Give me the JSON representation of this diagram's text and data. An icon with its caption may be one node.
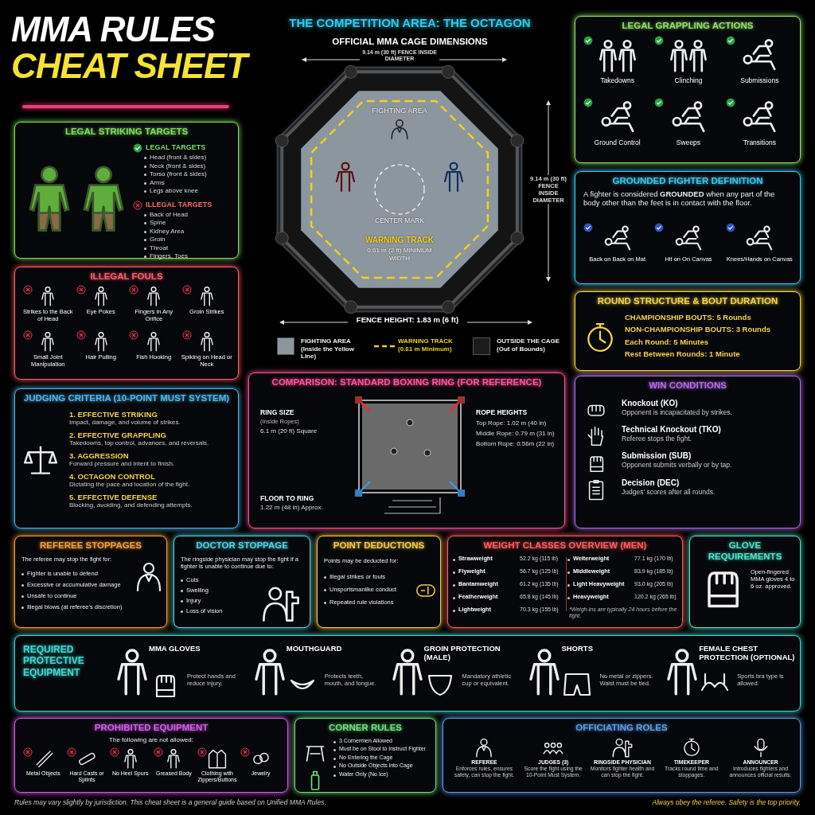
{
  "diagram": {
    "title": "MMA RULES CHEAT SHEET",
    "nodes": [
      {
        "text": [
          "LEGAL STRIKING TARGETS",
          "LEGAL TARGETS",
          "Head (front & sides)",
          "Neck (front & sides)",
          "Torso (front & sides)",
          "Arms",
          "Legs above knee",
          "ILLEGAL TARGETS",
          "Back of Head",
          "Spine",
          "Kidney Area",
          "Groin",
          "Throat",
          "Fingers, Toes"
        ]
      },
      {
        "text": [
          "ILLEGAL FOULS",
          "Strikes to the Back of Head",
          "Eye Pokes",
          "Fingers in Any Orifice",
          "Groin Strikes",
          "Small Joint Manipulation",
          "Hair Pulling",
          "Fish Hooking",
          "Spiking on Head or Neck"
        ]
      },
      {
        "text": [
          "FIGHTING AREA",
          "CENTER MARK",
          "WARNING TRACK",
          "0.61 m (2 ft) MINIMUM WIDTH"
        ]
      },
      {
        "text": [
          "LEGAL GRAPPLING ACTIONS",
          "Takedowns",
          "Clinching",
          "Submissions",
          "Ground Control",
          "Sweeps",
          "Transitions"
        ]
      },
      {
        "text": [
          "GROUNDED FIGHTER DEFINITION",
          "A fighter is considered **GROUNDED** when any part of the body other than the feet is in contact with the floor.",
          "Back on Back on Mat",
          "Hit on On Canvas",
          "Knees/Hands on Canvas"
        ]
      },
      {
        "text": [
          "ROUND STRUCTURE & BOUT DURATION",
          "CHAMPIONSHIP BOUTS: 5 Rounds",
          "NON-CHAMPIONSHIP BOUTS: 3 Rounds",
          "Each Round: 5 Minutes",
          "Rest Between Rounds: 1 Minute"
        ]
      },
      {
        "text": [
          "JUDGING CRITERIA (10-POINT MUST SYSTEM)",
          "1. EFFECTIVE STRIKING",
          "Impact, damage, and volume of strikes.",
          "2. EFFECTIVE GRAPPLING",
          "Takedowns, top control, advances, and reversals.",
          "3. AGGRESSION",
          "Forward pressure and intent to finish.",
          "4. OCTAGON CONTROL",
          "Dictating the pace and location of the fight.",
          "5. EFFECTIVE DEFENSE",
          "Blocking, avoiding, and defending attempts."
        ]
      },
      {
        "text": [
          "COMPARISON: STANDARD BOXING RING (FOR REFERENCE)",
          "RING SIZE",
          "(Inside Ropes)",
          "6.1 m (20 ft) Square",
          "ROPE HEIGHTS",
          "Top Rope: 1.02 m (40 in)",
          "Middle Rope: 0.79 m (31 in)",
          "Bottom Rope: 0.56m (22 in)",
          "FLOOR TO RING",
          "1.22 m (48 in) Approx."
        ]
      },
      {
        "text": [
          "WIN CONDITIONS",
          "Knockout (KO)",
          "Opponent is incapacitated by strikes.",
          "Technical Knockout (TKO)",
          "Referee stops the fight.",
          "Submission (SUB)",
          "Opponent submits verbally or by tap.",
          "Decision (DEC)",
          "Judges' scores after all rounds."
        ]
      },
      {
        "text": [
          "REFEREE STOPPAGES",
          "The referee may stop the fight for:",
          "Fighter is unable to defend",
          "Excessive or accumulative damage",
          "Unsafe to continue",
          "Illegal blows (at referee's discretion)"
        ]
      },
      {
        "text": [
          "DOCTOR STOPPAGE",
          "The ringside physician may stop the fight if a fighter is unable to continue due to:",
          "Cuts",
          "Swelling",
          "Injury",
          "Loss of vision"
        ]
      },
      {
        "text": [
          "POINT DEDUCTIONS",
          "Points may be deducted for:",
          "Illegal strikes or fouls",
          "Unsportsmanlike conduct",
          "Repeated rule violations"
        ]
      },
      {
        "text": [
          "WEIGHT CLASSES OVERVIEW (MEN)",
          "Strawweight",
          "52.2 kg (115 lb)",
          "Flyweight",
          "56.7 kg (125 lb)",
          "Bantamweight",
          "61.2 kg (135 lb)",
          "Featherweight",
          "65.8 kg (145 lb)",
          "Lightweight",
          "70.3 kg (155 lb)",
          "Welterweight",
          "77.1 kg (170 lb)",
          "Middleweight",
          "83.9 kg (185 lb)",
          "Light Heavyweight",
          "93.0 kg (205 lb)",
          "Heavyweight",
          "120.2 kg (265 lb)",
          "*Weigh-ins are typically 24 hours before the fight."
        ]
      },
      {
        "text": [
          "GLOVE REQUIREMENTS",
          "Open-fingered MMA gloves 4 to 6 oz. approved."
        ]
      },
      {
        "text": [
          "REQUIRED PROTECTIVE EQUIPMENT",
          "MMA GLOVES",
          "Protect hands and reduce injury.",
          "MOUTHGUARD",
          "Protects teeth, mouth, and tongue.",
          "GROIN PROTECTION (MALE)",
          "Mandatory athletic cup or equivalent.",
          "SHORTS",
          "No metal or zippers. Waist must be tied.",
          "FEMALE CHEST PROTECTION (OPTIONAL)",
          "Sports bra type is allowed."
        ]
      },
      {
        "text": [
          "PROHIBITED EQUIPMENT",
          "The following are not allowed:",
          "Metal Objects",
          "Hard Casts or Splints",
          "No Heel Spurs",
          "Greased Body",
          "Clothing with Zippers/Buttons",
          "Jewelry"
        ]
      },
      {
        "text": [
          "CORNER RULES",
          "3 Cornermen Allowed",
          "Must be on Stool to Instruct Fighter",
          "No Entering the Cage",
          "No Outside Objects into Cage",
          "Water Only (No Ice)"
        ]
      },
      {
        "text": [
          "OFFICIATING ROLES",
          "REFEREE",
          "Enforces rules, ensures safety, can stop the fight.",
          "JUDGES (3)",
          "Score the fight using the 10-Point Must System.",
          "RINGSIDE PHYSICIAN",
          "Monitors fighter health and can stop the fight.",
          "TIMEKEEPER",
          "Tracks round time and stoppages.",
          "ANNOUNCER",
          "Introduces fighters and announces official results."
        ]
      }
    ],
    "labels": [
      "THE COMPETITION AREA: THE OCTAGON",
      "OFFICIAL MMA CAGE DIMENSIONS",
      "9.14 m (30 ft) FENCE INSIDE DIAMETER",
      "9.14 m (30 ft) FENCE INSIDE DIAMETER",
      "FENCE HEIGHT: 1.83 m (6 ft)",
      "Rules may vary slightly by jurisdiction. This cheat sheet is a general guide based on Unified MMA Rules.",
      "Always obey the referee. Safety is the top priority."
    ],
    "legend": [
      {
        "text": "FIGHTING AREA (Inside the Yellow Line)",
        "color": "#8c969e"
      },
      {
        "text": "WARNING TRACK (0.61 m Minimum)"
      },
      {
        "text": "OUTSIDE THE CAGE (Out of Bounds)",
        "color": "#1c1c1c"
      }
    ]
  }
}
